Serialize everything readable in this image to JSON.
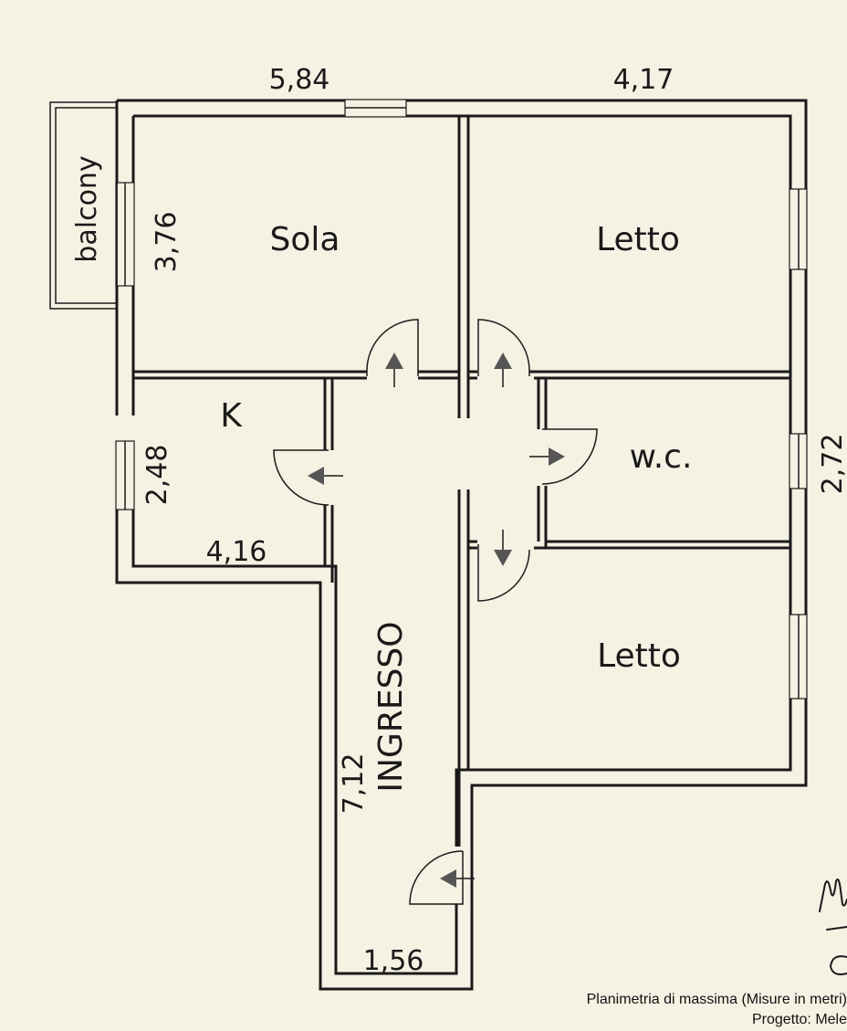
{
  "rooms": {
    "sola": "Sola",
    "letto_top": "Letto",
    "letto_bottom": "Letto",
    "kitchen": "K",
    "wc": "w.c.",
    "ingresso": "INGRESSO",
    "balcony": "balcony"
  },
  "dimensions": {
    "top_left_width": "5,84",
    "top_right_width": "4,17",
    "sola_height": "3,76",
    "kitchen_height": "2,48",
    "kitchen_width": "4,16",
    "right_height": "2,72",
    "ingresso_length": "7,12",
    "ingresso_width": "1,56"
  },
  "footer": {
    "caption": "Planimetria di massima (Misure in metri)",
    "project": "Progetto: Mele"
  },
  "colors": {
    "background": "#f5f1e3",
    "ink": "#1a1a1a",
    "arrow": "#555555"
  }
}
